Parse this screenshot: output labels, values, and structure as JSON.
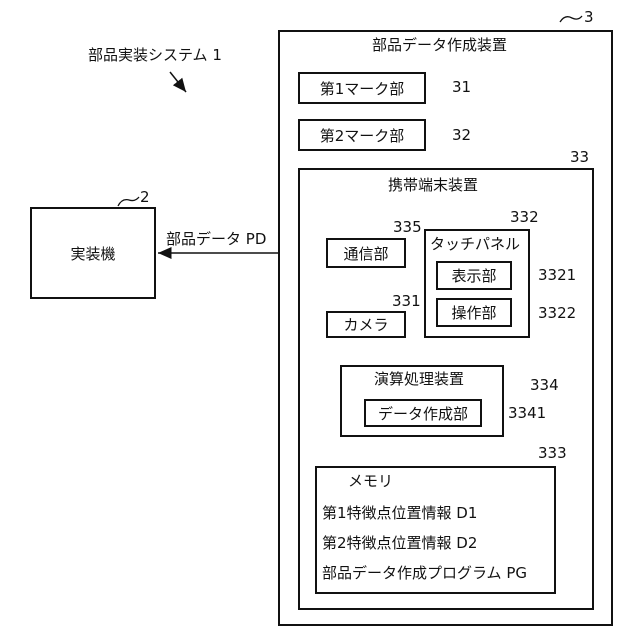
{
  "system_label": "部品実装システム 1",
  "mounter": {
    "label": "実装機",
    "ref": "2"
  },
  "creation_device": {
    "title": "部品データ作成装置",
    "ref": "3"
  },
  "mark1": {
    "label": "第1マーク部",
    "ref": "31"
  },
  "mark2": {
    "label": "第2マーク部",
    "ref": "32"
  },
  "terminal": {
    "title": "携帯端末装置",
    "ref": "33"
  },
  "comm": {
    "label": "通信部",
    "ref": "335"
  },
  "camera": {
    "label": "カメラ",
    "ref": "331"
  },
  "touch_panel": {
    "title": "タッチパネル",
    "ref": "332"
  },
  "display": {
    "label": "表示部",
    "ref": "3321"
  },
  "operation": {
    "label": "操作部",
    "ref": "3322"
  },
  "processor": {
    "title": "演算処理装置",
    "ref": "334"
  },
  "data_creator": {
    "label": "データ作成部",
    "ref": "3341"
  },
  "memory": {
    "title": "メモリ",
    "ref": "333",
    "items": [
      "第1特徴点位置情報 D1",
      "第2特徴点位置情報 D2",
      "部品データ作成プログラム PG"
    ]
  },
  "arrow_label": "部品データ PD"
}
